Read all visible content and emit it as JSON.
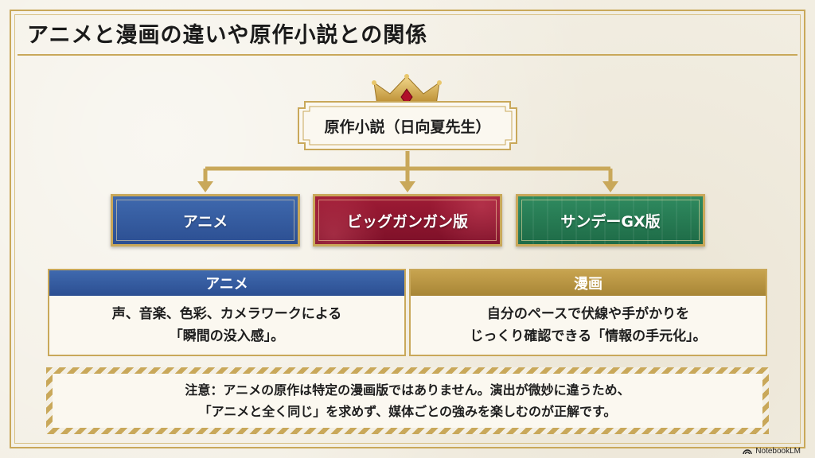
{
  "title": "アニメと漫画の違いや原作小説との関係",
  "source": {
    "label": "原作小説（日向夏先生）"
  },
  "media": [
    {
      "label": "アニメ"
    },
    {
      "label": "ビッグガンガン版"
    },
    {
      "label": "サンデーGX版"
    }
  ],
  "comparison": {
    "anime": {
      "header": "アニメ",
      "line1": "声、音楽、色彩、カメラワークによる",
      "line2": "「瞬間の没入感」。"
    },
    "manga": {
      "header": "漫画",
      "line1": "自分のペースで伏線や手がかりを",
      "line2": "じっくり確認できる「情報の手元化」。"
    }
  },
  "note": {
    "line1": "注意：アニメの原作は特定の漫画版ではありません。演出が微妙に違うため、",
    "line2": "「アニメと全く同じ」を求めず、媒体ごとの強みを楽しむのが正解です。"
  },
  "brand": "NotebookLM",
  "colors": {
    "gold": "#c9a85a",
    "anime_blue": "#2c4f92",
    "big_gangan_red": "#8e1530",
    "sunday_green": "#1e6b47",
    "background": "#f3efe4"
  },
  "icons": [
    "crown-icon",
    "ruby-icon",
    "notebooklm-logo-icon"
  ]
}
